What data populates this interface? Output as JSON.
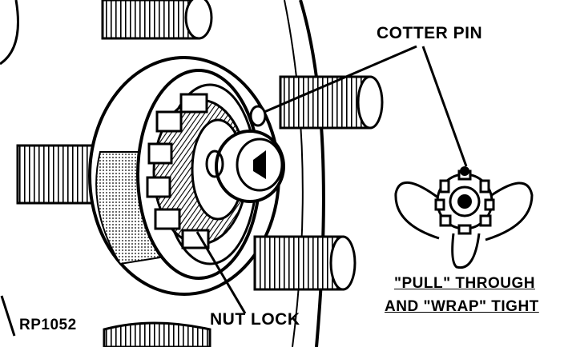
{
  "labels": {
    "cotter_pin": "COTTER PIN",
    "nut_lock": "NUT LOCK",
    "figure_id": "RP1052",
    "caption_line1": "\"PULL\" THROUGH",
    "caption_line2": "AND \"WRAP\" TIGHT"
  },
  "colors": {
    "ink": "#000000",
    "paper": "#ffffff"
  }
}
